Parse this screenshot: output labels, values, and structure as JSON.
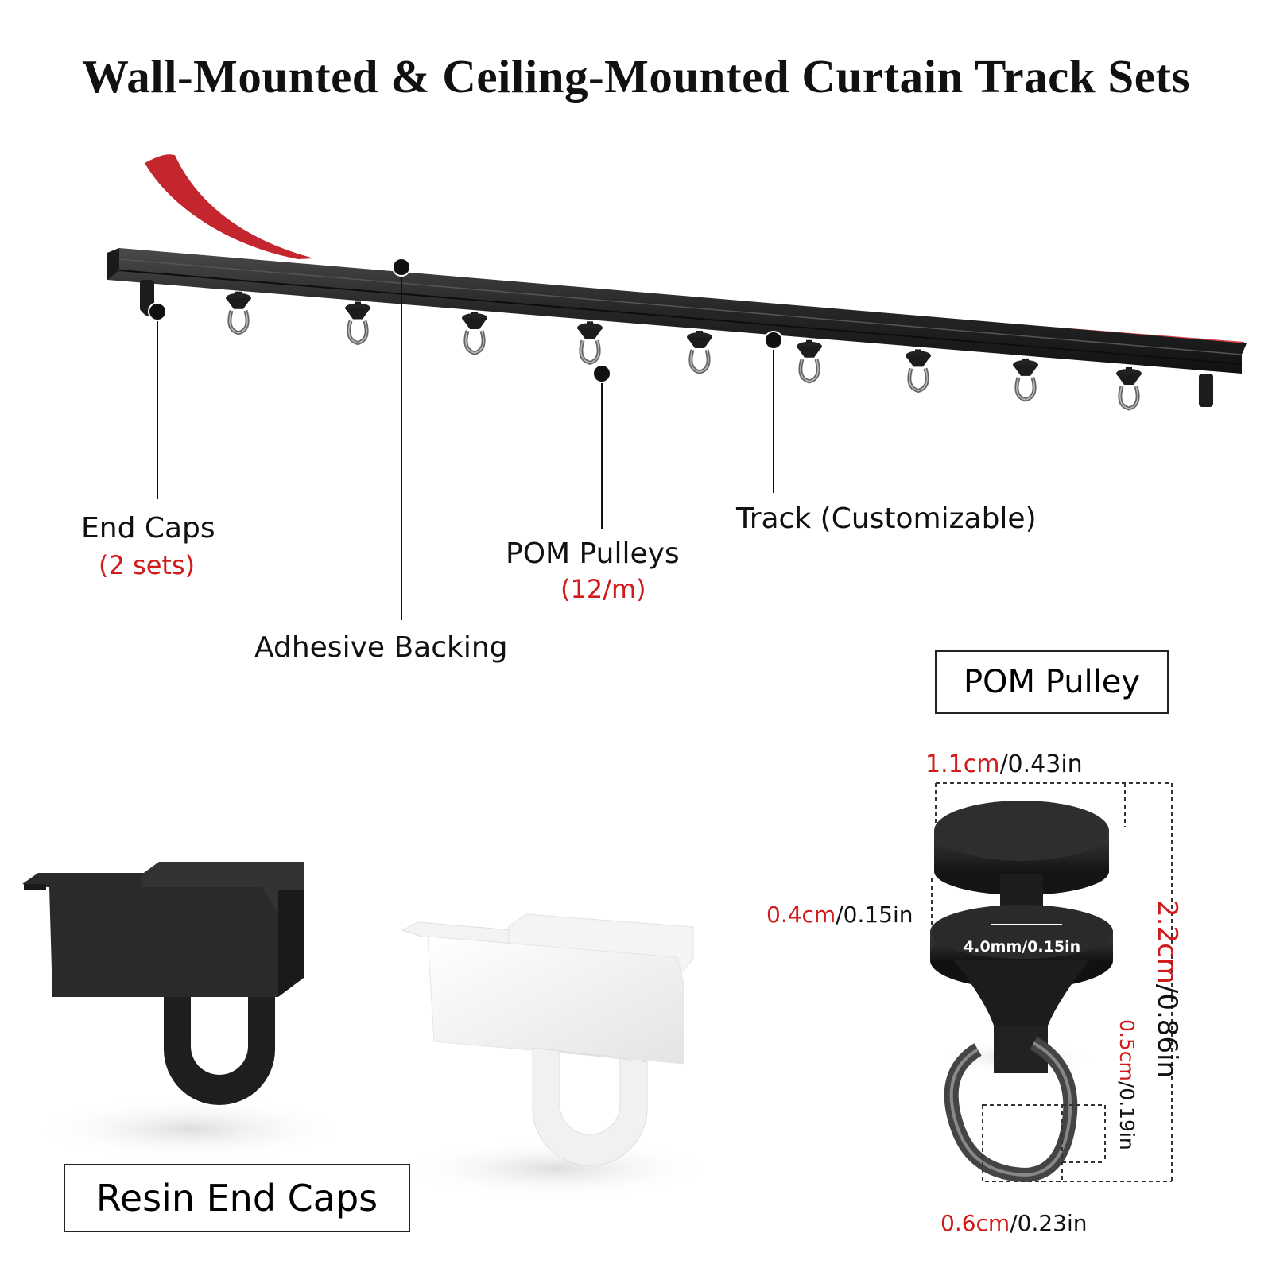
{
  "title": "Wall-Mounted & Ceiling-Mounted Curtain Track Sets",
  "callouts": {
    "end_caps": {
      "label": "End Caps",
      "note": "(2 sets)"
    },
    "adhesive": {
      "label": "Adhesive Backing"
    },
    "pulleys": {
      "label": "POM Pulleys",
      "note": "(12/m)"
    },
    "track": {
      "label": "Track (Customizable)"
    }
  },
  "pom_pulley_box": "POM Pulley",
  "resin_box": "Resin End Caps",
  "dimensions": {
    "top_width": {
      "metric": "1.1cm",
      "imperial": "/0.43in"
    },
    "neck_height": {
      "metric": "0.4cm",
      "imperial": "/0.15in"
    },
    "neck_diameter": "4.0mm/0.15in",
    "total_height": {
      "metric": "2.2cm",
      "imperial": "/0.86in"
    },
    "ring_height": {
      "metric": "0.5cm",
      "imperial": "/0.19in"
    },
    "ring_width": {
      "metric": "0.6cm",
      "imperial": "/0.23in"
    }
  },
  "colors": {
    "accent_red": "#d11a1a",
    "track": "#2a2a2a",
    "tape": "#c4262e"
  }
}
